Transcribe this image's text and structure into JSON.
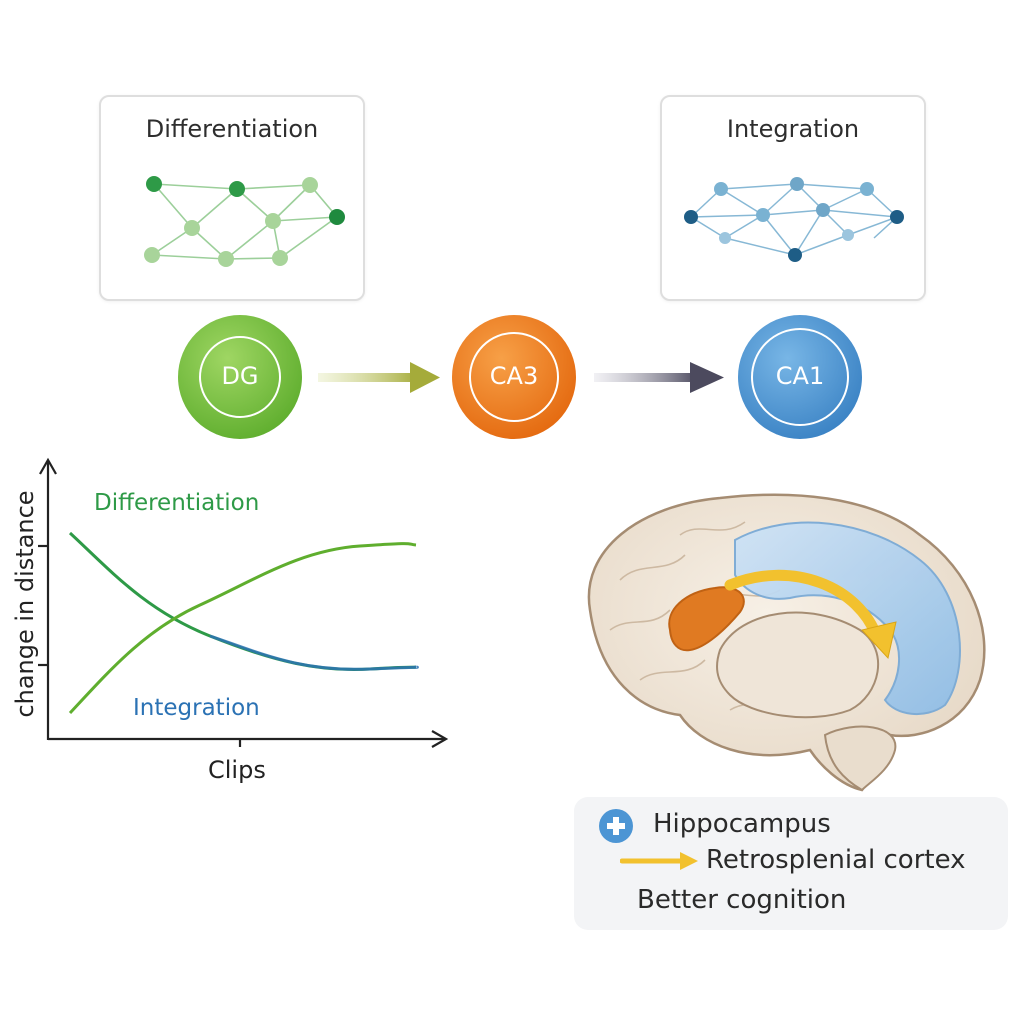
{
  "differentiation_card": {
    "title": "Differentiation"
  },
  "integration_card": {
    "title": "Integration"
  },
  "nodes": {
    "dg": "DG",
    "ca3": "CA3",
    "ca1": "CA1"
  },
  "colors": {
    "green": "#2e9a47",
    "green_light": "#93c887",
    "blue": "#2b72b4",
    "blue_light": "#7ab2d2",
    "dg_fill": "#7ac143",
    "ca3_fill": "#ef7d22",
    "ca1_fill": "#4c95d4",
    "arrow_yellow": "#f2c12e"
  },
  "chart_data": {
    "type": "line",
    "ylabel": "change in distance",
    "xlabel": "Clips",
    "series": [
      {
        "name": "Differentiation",
        "trend": "decreasing",
        "color": "#2e9a47"
      },
      {
        "name": "Integration",
        "trend": "increasing",
        "color": "#2b72b4"
      }
    ],
    "grid": false
  },
  "legend": {
    "hippocampus": "Hippocampus",
    "retrosplenial": "Retrosplenial cortex",
    "cognition": "Better cognition",
    "plus_icon": "plus-icon",
    "arrow_icon": "arrow-right-icon"
  }
}
